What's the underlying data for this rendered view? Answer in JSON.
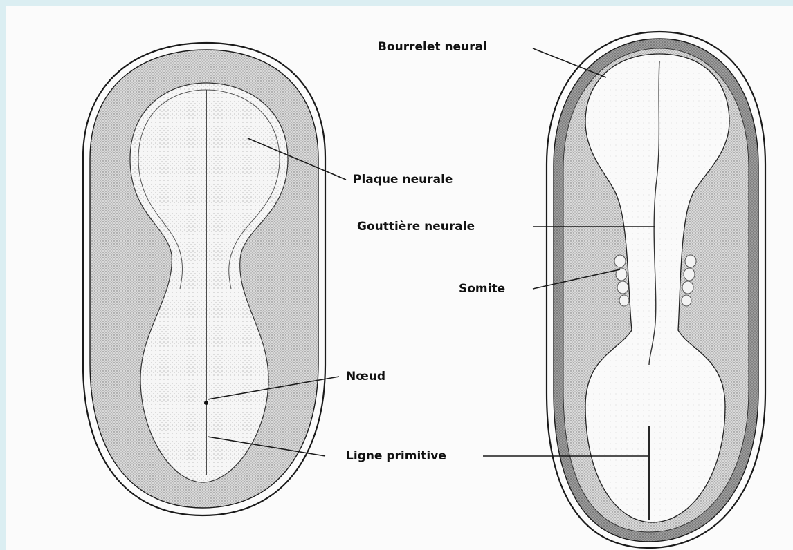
{
  "labels": {
    "bourrelet_neural": "Bourrelet  neural",
    "plaque_neurale": "Plaque neurale",
    "gouttiere_neurale": "Gouttière neurale",
    "somite": "Somite",
    "noeud": "Nœud",
    "ligne_primitive": "Ligne primitive"
  },
  "colors": {
    "ink": "#1a1a1a",
    "background": "#dbeef2",
    "paper": "#fbfbfb"
  }
}
